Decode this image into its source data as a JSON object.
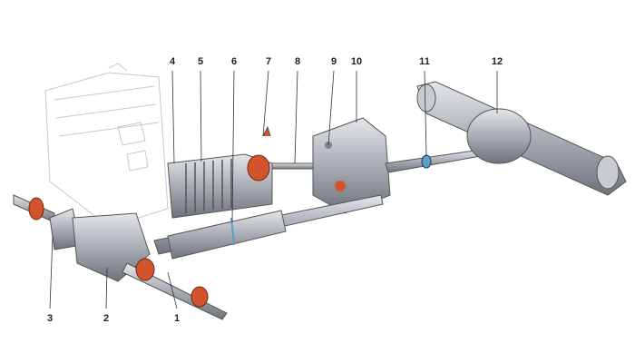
{
  "callouts": {
    "c1": "1",
    "c2": "2",
    "c3": "3",
    "c4": "4",
    "c5": "5",
    "c6": "6",
    "c7": "7",
    "c8": "8",
    "c9": "9",
    "c10": "10",
    "c11": "11",
    "c12": "12"
  },
  "colors": {
    "metal": "#b9bcc2",
    "metal_dark": "#7d8188",
    "accent": "#d2542c",
    "sketch": "#c8c8c8",
    "leader": "#333333"
  }
}
